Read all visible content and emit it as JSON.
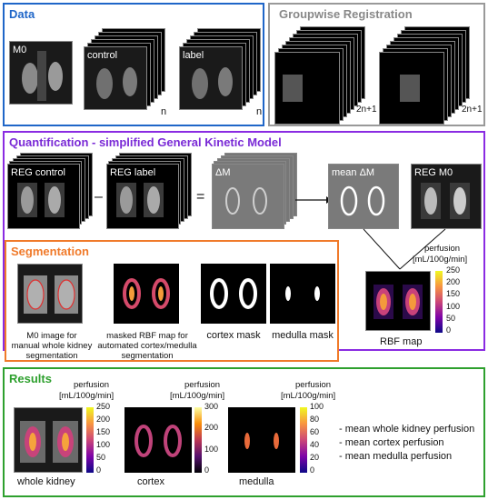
{
  "data_panel": {
    "title": "Data",
    "images": [
      {
        "label": "M0"
      },
      {
        "label": "control"
      },
      {
        "label": "label"
      }
    ],
    "n_label": "n",
    "colors": {
      "border": "#1f66c8",
      "title": "#1f66c8"
    }
  },
  "groupwise_panel": {
    "title": "Groupwise Registration",
    "stack_count_label": "2n+1",
    "colors": {
      "border": "#999999",
      "title": "#888888"
    }
  },
  "quant_panel": {
    "title": "Quantification - simplified General Kinetic Model",
    "images": [
      {
        "label": "REG control"
      },
      {
        "label": "REG label"
      },
      {
        "label": "ΔM"
      },
      {
        "label": "mean ΔM"
      },
      {
        "label": "REG M0"
      }
    ],
    "operators": [
      "–",
      "="
    ],
    "output": {
      "caption": "RBF map",
      "cb_title_1": "perfusion",
      "cb_title_2": "[mL/100g/min]",
      "ticks": [
        "250",
        "200",
        "150",
        "100",
        "50",
        "0"
      ]
    },
    "colors": {
      "border": "#8a2be2",
      "title": "#7a2ad6"
    }
  },
  "seg_panel": {
    "title": "Segmentation",
    "items": [
      {
        "caption": "M0 image for\nmanual whole kidney\nsegmentation"
      },
      {
        "caption": "masked RBF map for\nautomated cortex/medulla\nsegmentation"
      },
      {
        "caption": "cortex mask"
      },
      {
        "caption": "medulla mask"
      }
    ],
    "colors": {
      "border": "#f07a2a",
      "title": "#f07a2a"
    }
  },
  "results_panel": {
    "title": "Results",
    "cb_title_1": "perfusion",
    "cb_title_2": "[mL/100g/min]",
    "maps": [
      {
        "caption": "whole kidney",
        "ticks": [
          "250",
          "200",
          "150",
          "100",
          "50",
          "0"
        ]
      },
      {
        "caption": "cortex",
        "ticks": [
          "300",
          "200",
          "100",
          "0"
        ]
      },
      {
        "caption": "medulla",
        "ticks": [
          "100",
          "80",
          "60",
          "40",
          "20",
          "0"
        ]
      }
    ],
    "summary": [
      "- mean whole kidney perfusion",
      "- mean cortex perfusion",
      "- mean medulla perfusion"
    ],
    "colors": {
      "border": "#2ea02e",
      "title": "#2ea02e"
    }
  }
}
